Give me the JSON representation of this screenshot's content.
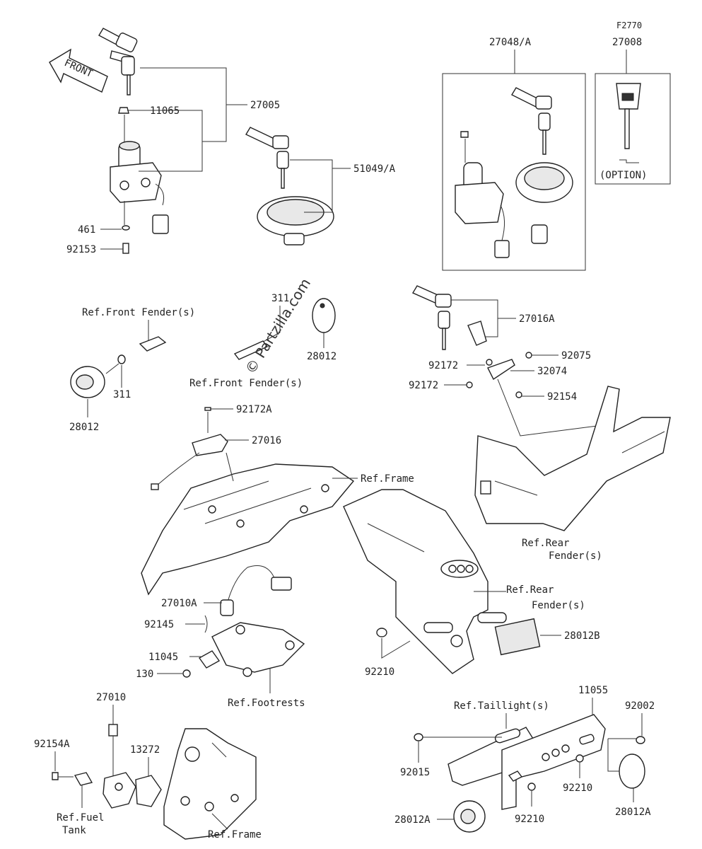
{
  "diagram_code": "F2770",
  "front_arrow": "FRONT",
  "watermark": "© Partzilla.com",
  "option_label": "(OPTION)",
  "labels": {
    "p11065": "11065",
    "p27005": "27005",
    "p461": "461",
    "p92153": "92153",
    "p51049A": "51049/A",
    "p27048A": "27048/A",
    "p27008": "27008",
    "refFrontFender1": "Ref.Front Fender(s)",
    "p311a": "311",
    "p28012a": "28012",
    "p311b": "311",
    "p28012b": "28012",
    "refFrontFender2": "Ref.Front Fender(s)",
    "p27016A": "27016A",
    "p92075": "92075",
    "p92172a": "92172",
    "p32074": "32074",
    "p92172b": "92172",
    "p92154": "92154",
    "p92172A": "92172A",
    "p27016": "27016",
    "refFrame1": "Ref.Frame",
    "refRearFender1a": "Ref.Rear",
    "refRearFender1b": "Fender(s)",
    "p27010A": "27010A",
    "p92145": "92145",
    "p11045": "11045",
    "p130": "130",
    "refFootrests": "Ref.Footrests",
    "refRearFender2a": "Ref.Rear",
    "refRearFender2b": "Fender(s)",
    "p28012B": "28012B",
    "p92210a": "92210",
    "p27010": "27010",
    "p92154A": "92154A",
    "p13272": "13272",
    "refFuelTank1": "Ref.Fuel",
    "refFuelTank2": "Tank",
    "refFrame2": "Ref.Frame",
    "refTaillight": "Ref.Taillight(s)",
    "p11055": "11055",
    "p92002": "92002",
    "p92015": "92015",
    "p92210b": "92210",
    "p92210c": "92210",
    "p28012A1": "28012A",
    "p28012A2": "28012A"
  }
}
